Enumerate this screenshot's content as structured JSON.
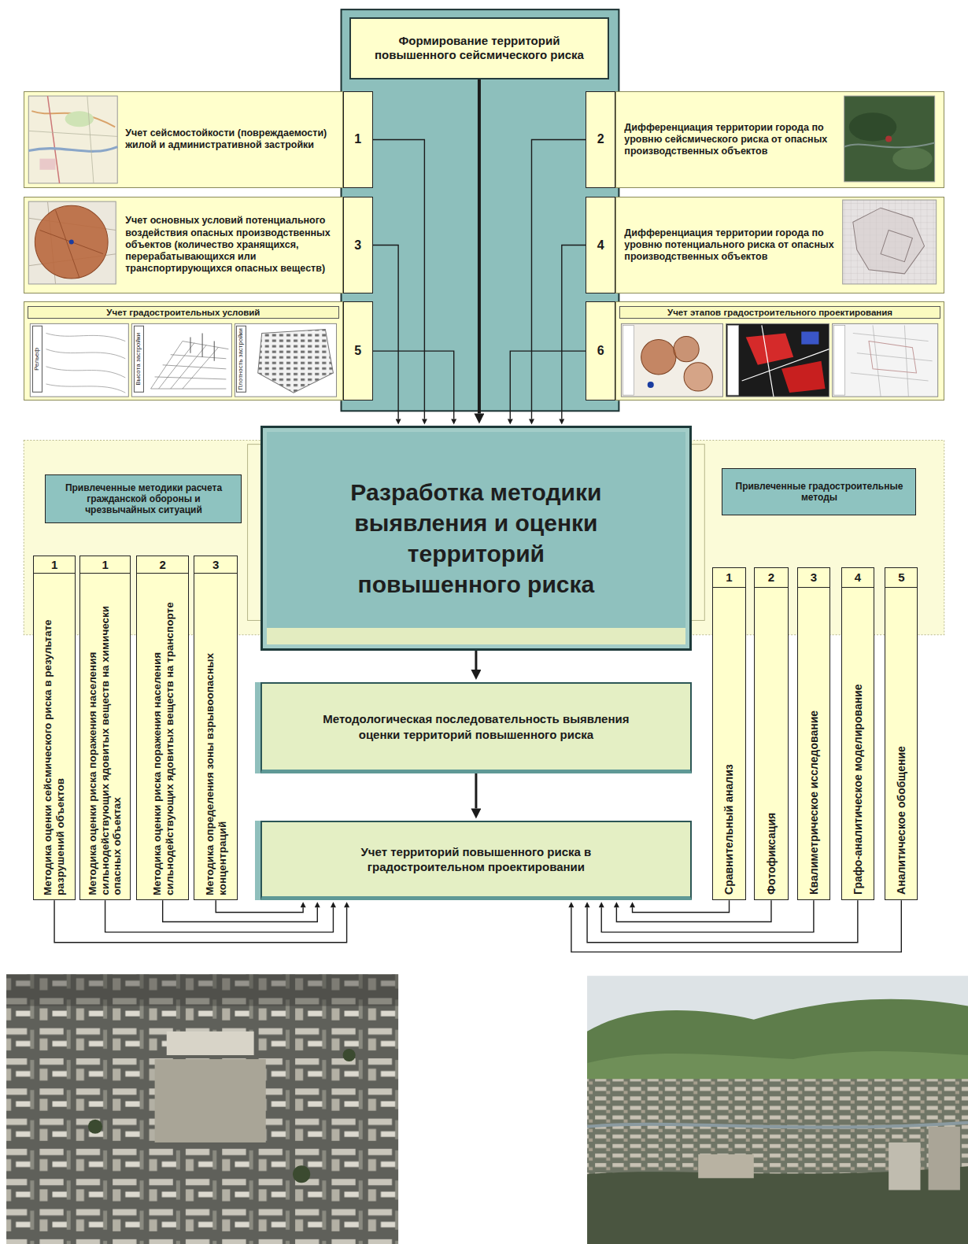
{
  "diagram": {
    "nodes": [
      {
        "text": [
          "Формирование территорий повышенного сейсмического риска"
        ]
      },
      {
        "text": [
          "Учет сейсмостойкости (повреждаемости) жилой и административной застройки"
        ]
      },
      {
        "text": [
          "1"
        ]
      },
      {
        "text": [
          "2"
        ]
      },
      {
        "text": [
          "Дифференциация территории города по уровню сейсмического риска от опасных производственных объектов"
        ]
      },
      {
        "text": [
          "Учет основных условий потенциального воздействия опасных производственных объектов (количество хранящихся, перерабатывающихся или транспортирующихся опасных веществ)"
        ]
      },
      {
        "text": [
          "3"
        ]
      },
      {
        "text": [
          "4"
        ]
      },
      {
        "text": [
          "Дифференциация территории города по уровню потенциального риска от опасных производственных объектов"
        ]
      },
      {
        "text": [
          "Учет градостроительных условий"
        ]
      },
      {
        "text": [
          "5"
        ]
      },
      {
        "text": [
          "6"
        ]
      },
      {
        "text": [
          "Учет этапов градостроительного проектирования"
        ]
      },
      {
        "text": [
          "Разработка методики выявления и оценки территорий повышенного риска"
        ]
      },
      {
        "text": [
          "Привлеченные методики расчета гражданской обороны и чрезвычайных ситуаций"
        ]
      },
      {
        "text": [
          "Привлеченные градостроительные методы"
        ]
      },
      {
        "text": [
          "1",
          "Методика оценки сейсмического риска в результате разрушений объектов"
        ]
      },
      {
        "text": [
          "1",
          "Методика оценки риска поражения населения сильнодействующих ядовитых веществ на химически опасных объектах"
        ]
      },
      {
        "text": [
          "2",
          "Методика оценки риска поражения населения сильнодействующих ядовитых веществ на транспорте"
        ]
      },
      {
        "text": [
          "3",
          "Методика определения зоны взрывоопасных концентраций"
        ]
      },
      {
        "text": [
          "1",
          "Сравнительный анализ"
        ]
      },
      {
        "text": [
          "2",
          "Фотофиксация"
        ]
      },
      {
        "text": [
          "3",
          "Квалиметрическое исследование"
        ]
      },
      {
        "text": [
          "4",
          "Графо-аналитическое моделирование"
        ]
      },
      {
        "text": [
          "5",
          "Аналитическое обобщение"
        ]
      },
      {
        "text": [
          "Методологическая последовательность выявления оценки территорий повышенного риска"
        ]
      },
      {
        "text": [
          "Учет территорий повышенного риска в градостроительном проектировании"
        ]
      }
    ],
    "edges": [
      {
        "from": 0,
        "to": 13,
        "arrow": "to"
      },
      {
        "from": 2,
        "to": 13,
        "arrow": "to"
      },
      {
        "from": 3,
        "to": 13,
        "arrow": "to"
      },
      {
        "from": 6,
        "to": 13,
        "arrow": "to"
      },
      {
        "from": 7,
        "to": 13,
        "arrow": "to"
      },
      {
        "from": 10,
        "to": 13,
        "arrow": "to"
      },
      {
        "from": 11,
        "to": 13,
        "arrow": "to"
      },
      {
        "from": 13,
        "to": 25,
        "arrow": "to"
      },
      {
        "from": 25,
        "to": 26,
        "arrow": "to"
      },
      {
        "from": 16,
        "to": 26,
        "arrow": "to"
      },
      {
        "from": 17,
        "to": 26,
        "arrow": "to"
      },
      {
        "from": 18,
        "to": 26,
        "arrow": "to"
      },
      {
        "from": 19,
        "to": 26,
        "arrow": "to"
      },
      {
        "from": 20,
        "to": 26,
        "arrow": "to"
      },
      {
        "from": 21,
        "to": 26,
        "arrow": "to"
      },
      {
        "from": 22,
        "to": 26,
        "arrow": "to"
      },
      {
        "from": 23,
        "to": 26,
        "arrow": "to"
      },
      {
        "from": 24,
        "to": 26,
        "arrow": "to"
      }
    ],
    "labels": [
      "Рельеф",
      "Высота застройки",
      "Плотность застройки"
    ]
  }
}
